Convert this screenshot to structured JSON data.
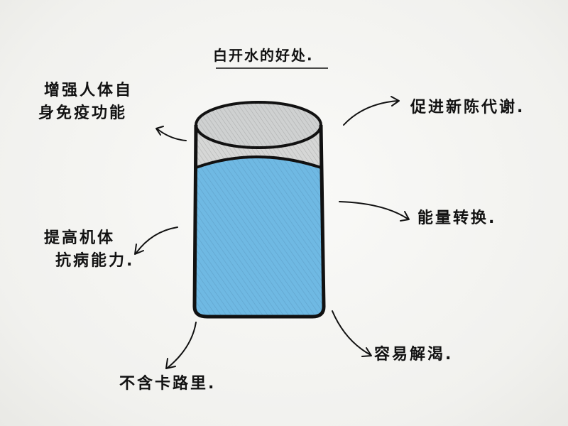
{
  "title": "白开水的好处.",
  "benefits": {
    "immune_line1": "增强人体自",
    "immune_line2": "身免疫功能",
    "metabolism": "促进新陈代谢.",
    "energy": "能量转换.",
    "disease_line1": "提高机体",
    "disease_line2": "抗病能力.",
    "thirst": "容易解渴.",
    "calories": "不含卡路里."
  },
  "colors": {
    "water": "#6fb9e3",
    "glass_top": "#d6d7d6",
    "ink": "#111111"
  }
}
